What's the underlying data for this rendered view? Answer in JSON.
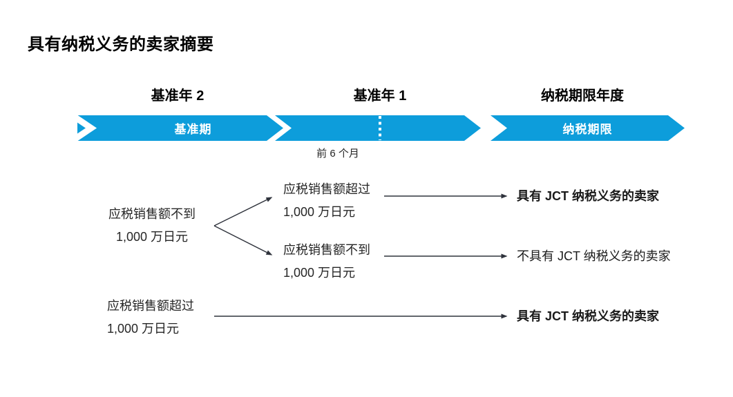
{
  "title": "具有纳税义务的卖家摘要",
  "colors": {
    "accent": "#0D9DDB",
    "arrow": "#2F333C",
    "text": "#262626"
  },
  "timeline": {
    "columns": [
      {
        "header": "基准年 2",
        "band_label": "基准期"
      },
      {
        "header": "基准年 1",
        "band_label": ""
      },
      {
        "header": "纳税期限年度",
        "band_label": "纳税期限"
      }
    ],
    "sub_label": "前 6 个月"
  },
  "flow": {
    "left_nodes": [
      {
        "line1": "应税销售额不到",
        "line2": "1,000 万日元"
      },
      {
        "line1": "应税销售额超过",
        "line2": "1,000 万日元"
      }
    ],
    "mid_nodes": [
      {
        "line1": "应税销售额超过",
        "line2": "1,000 万日元"
      },
      {
        "line1": "应税销售额不到",
        "line2": "1,000 万日元"
      }
    ],
    "outcomes": [
      {
        "label": "具有 JCT 纳税义务的卖家",
        "bold": true
      },
      {
        "label": "不具有 JCT 纳税义务的卖家",
        "bold": false
      },
      {
        "label": "具有 JCT 纳税义务的卖家",
        "bold": true
      }
    ]
  }
}
